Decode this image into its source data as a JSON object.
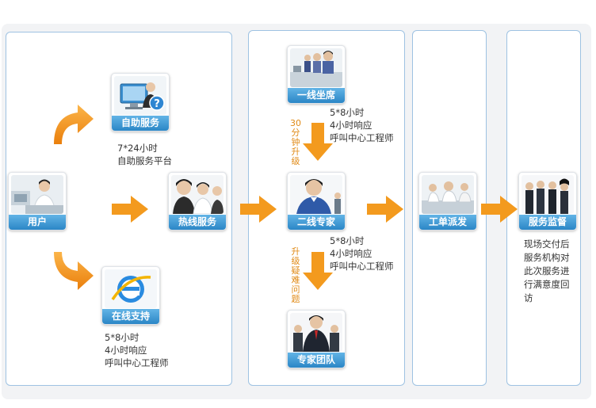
{
  "nodes": {
    "user": "用户",
    "self_service": "自助服务",
    "hotline": "热线服务",
    "online_support": "在线支持",
    "tier1": "一线坐席",
    "tier2": "二线专家",
    "expert_team": "专家团队",
    "ticket_dispatch": "工单派发",
    "service_supervision": "服务监督"
  },
  "notes": {
    "self_service": "7*24小时\n自助服务平台",
    "online_support": "5*8小时\n4小时响应\n呼叫中心工程师",
    "tier1": "5*8小时\n4小时响应\n呼叫中心工程师",
    "tier2": "5*8小时\n4小时响应\n呼叫中心工程师",
    "supervision": "现场交付后服务机构对此次服务进行满意度回访"
  },
  "escalation": {
    "tier1_to_tier2": "30分钟升级",
    "tier2_to_expert": "升级疑难问题"
  },
  "colors": {
    "arrow": "#f39a1e",
    "caption": "#2b86c6",
    "panel_border": "#9ec2e2",
    "escalation_text": "#e08a16"
  }
}
